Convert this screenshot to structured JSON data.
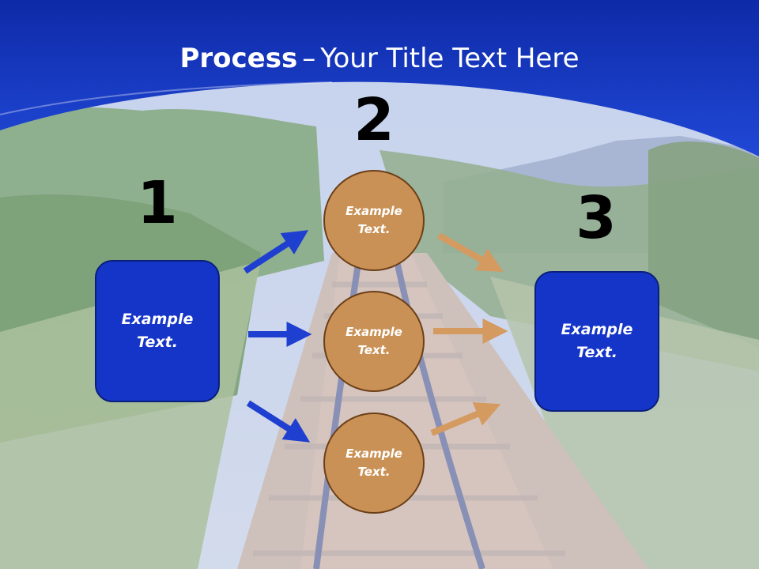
{
  "title": {
    "bold": "Process",
    "separator": "–",
    "rest": "Your Title Text Here"
  },
  "steps": {
    "one": "1",
    "two": "2",
    "three": "3"
  },
  "boxes": {
    "left": "Example Text.",
    "right": "Example Text."
  },
  "circles": {
    "top": "Example Text.",
    "middle": "Example Text.",
    "bottom": "Example Text."
  },
  "colors": {
    "header": "#1a3fc4",
    "box": "#1435c8",
    "circle": "#c99155",
    "arrow_blue": "#1f3fd0",
    "arrow_tan": "#d49a60"
  }
}
